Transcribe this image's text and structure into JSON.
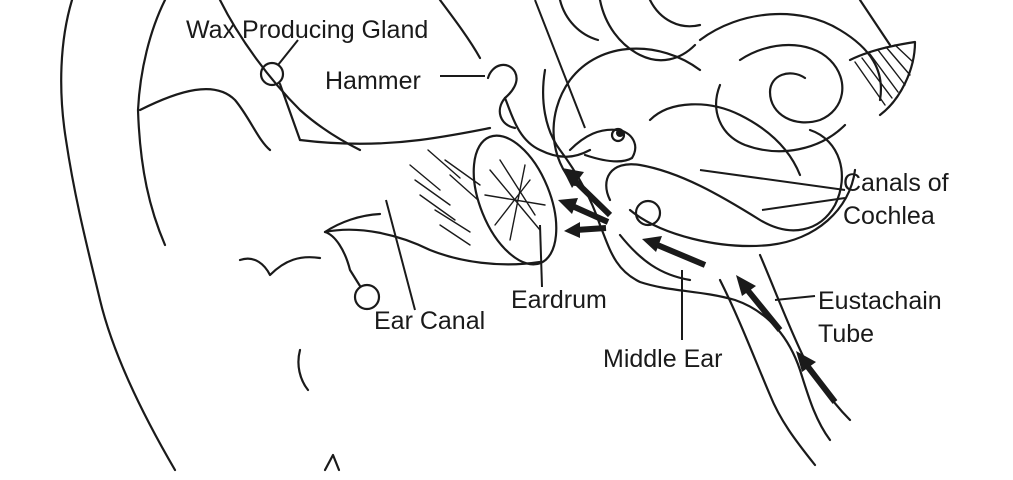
{
  "labels": {
    "wax_gland": "Wax Producing Gland",
    "hammer": "Hammer",
    "canals_line1": "Canals of",
    "canals_line2": "Cochlea",
    "eustachian_line1": "Eustachain",
    "eustachian_line2": "Tube",
    "ear_canal": "Ear Canal",
    "eardrum": "Eardrum",
    "middle_ear": "Middle Ear"
  },
  "colors": {
    "ink": "#1a1a1a",
    "background": "#ffffff"
  }
}
